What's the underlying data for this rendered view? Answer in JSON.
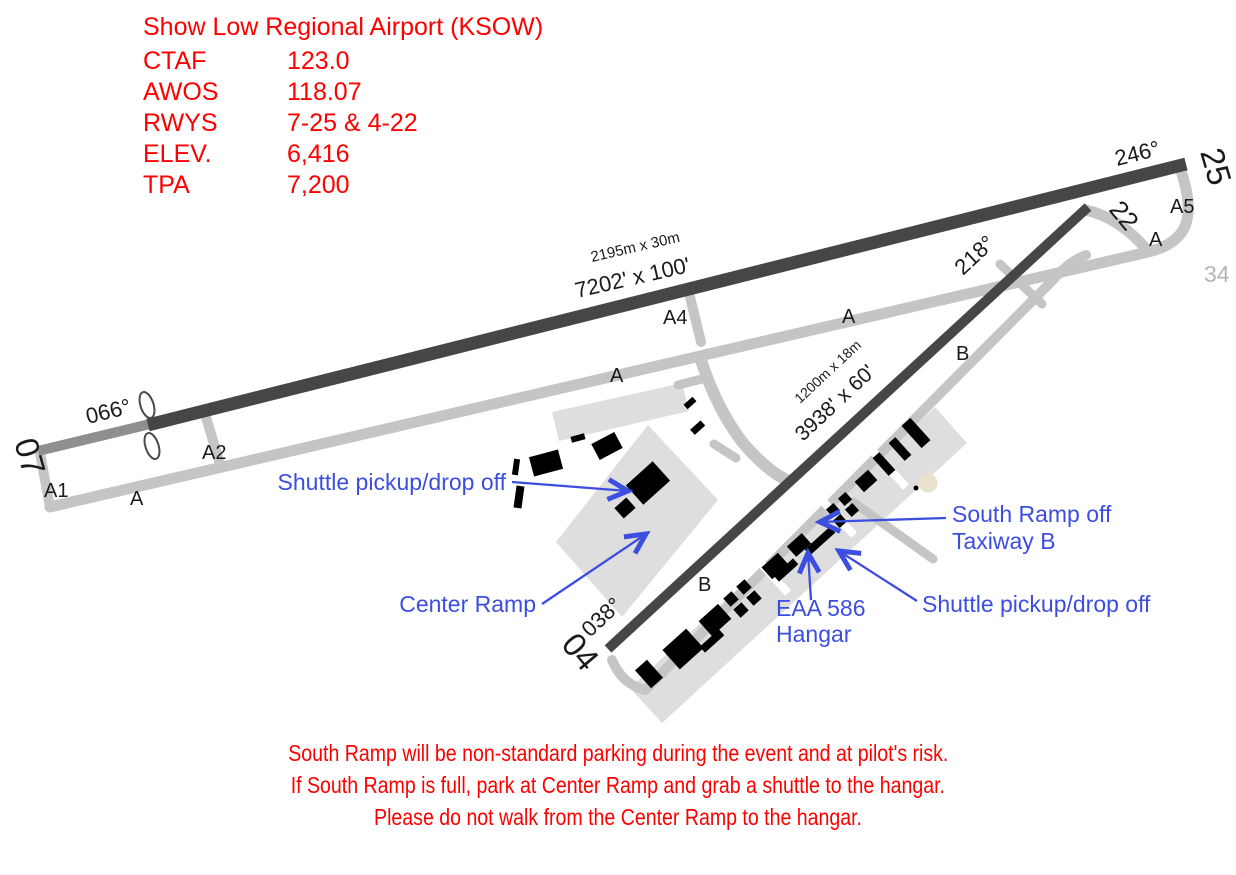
{
  "colors": {
    "accent_red": "#ff0000",
    "annotation_blue": "#3c4ee0",
    "runway_dark": "#464646",
    "displaced_threshold_gray": "#8f8f8f",
    "taxiway_gray": "#c5c5c5",
    "apron_gray": "#dedede",
    "building_black": "#000000",
    "tank_tan": "#e9e1cb",
    "faded_label_gray": "#b5b5b5"
  },
  "header": {
    "title": "Show Low Regional Airport (KSOW)",
    "rows": [
      {
        "label": "CTAF",
        "value": "123.0"
      },
      {
        "label": "AWOS",
        "value": "118.07"
      },
      {
        "label": "RWYS",
        "value": "7-25 & 4-22"
      },
      {
        "label": "ELEV.",
        "value": "6,416"
      },
      {
        "label": "TPA",
        "value": "7,200"
      }
    ]
  },
  "diagram": {
    "runway_numbers": {
      "r07": "07",
      "r25": "25",
      "r22": "22",
      "r04": "04"
    },
    "headings": {
      "h066": "066°",
      "h246": "246°",
      "h218": "218°",
      "h038": "038°"
    },
    "runway_sizes": {
      "main_metric": "2195m x 30m",
      "main_imperial": "7202' x 100'",
      "cross_metric": "1200m x 18m",
      "cross_imperial": "3938' x 60'"
    },
    "taxiway_labels": {
      "a1": "A1",
      "a2": "A2",
      "a4": "A4",
      "a5": "A5",
      "a_west": "A",
      "a_center": "A",
      "a_mid": "A",
      "a_east": "A",
      "b_north": "B",
      "b_south": "B"
    },
    "faded_label": "34"
  },
  "annotations": {
    "shuttle_center_ramp": "Shuttle pickup/drop off",
    "center_ramp": "Center Ramp",
    "south_ramp_line1": "South Ramp off",
    "south_ramp_line2": "Taxiway B",
    "eaa_hangar_line1": "EAA 586",
    "eaa_hangar_line2": "Hangar",
    "shuttle_south_ramp": "Shuttle pickup/drop off"
  },
  "notes": {
    "lines": [
      "South Ramp will be non-standard parking during the event and at pilot's risk.",
      "If South Ramp is full, park at Center Ramp and grab a shuttle to the hangar.",
      "Please do not walk from the Center Ramp to the hangar."
    ]
  }
}
